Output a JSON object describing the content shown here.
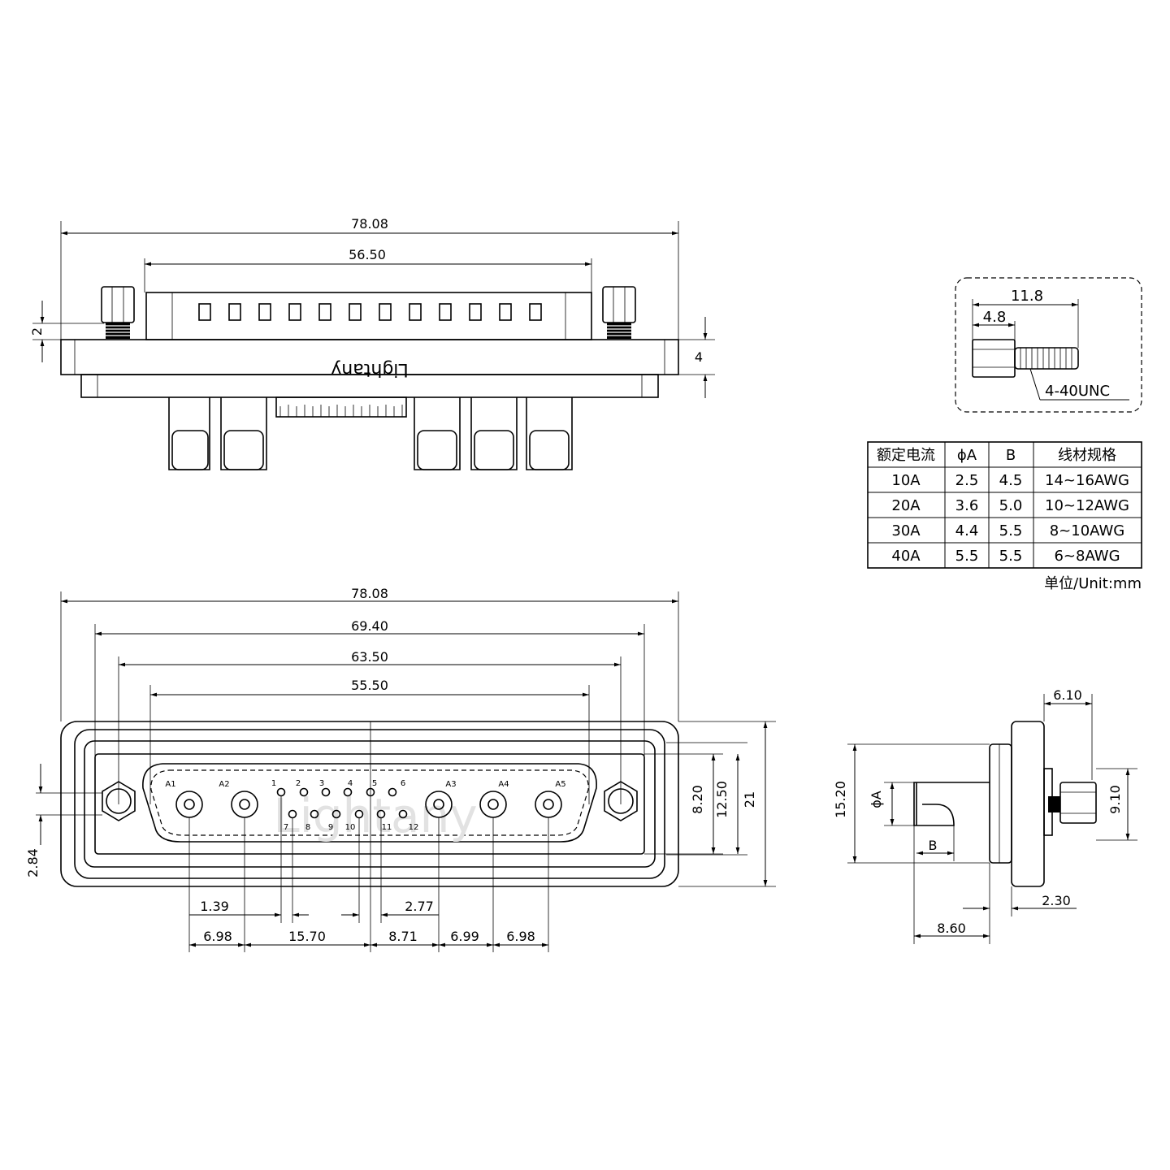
{
  "top_view": {
    "brand": "Lightany",
    "dims": {
      "overall_width": "78.08",
      "shell_width": "56.50",
      "screw_height": "2",
      "flange_thickness": "4"
    }
  },
  "screw_detail": {
    "total_length": "11.8",
    "head_length": "4.8",
    "thread": "4-40UNC"
  },
  "spec_table": {
    "headers": [
      "额定电流",
      "ϕA",
      "B",
      "线材规格"
    ],
    "rows": [
      [
        "10A",
        "2.5",
        "4.5",
        "14~16AWG"
      ],
      [
        "20A",
        "3.6",
        "5.0",
        "10~12AWG"
      ],
      [
        "30A",
        "4.4",
        "5.5",
        "8~10AWG"
      ],
      [
        "40A",
        "5.5",
        "5.5",
        "6~8AWG"
      ]
    ],
    "unit": "单位/Unit:mm"
  },
  "front_view": {
    "watermark": "Lightany",
    "dims": {
      "overall_width": "78.08",
      "mounting_span": "69.40",
      "hole_spacing": "63.50",
      "shell_width": "55.50",
      "inner_height": "8.20",
      "shell_height": "12.50",
      "overall_height": "21",
      "row_offset": "2.84",
      "signal_offset_left": "1.39",
      "signal_offset_right": "2.77",
      "pitch_a1_a2": "6.98",
      "span_a2_center": "15.70",
      "span_center_a3": "8.71",
      "pitch_a3_a4": "6.99",
      "pitch_a4_a5": "6.98"
    },
    "power_pins": [
      "A1",
      "A2",
      "A3",
      "A4",
      "A5"
    ],
    "signal_pins_top": [
      "1",
      "2",
      "3",
      "4",
      "5",
      "6"
    ],
    "signal_pins_bottom": [
      "7",
      "8",
      "9",
      "10",
      "11",
      "12"
    ]
  },
  "side_view": {
    "dims": {
      "flange_depth": "6.10",
      "body_height": "15.20",
      "screw_height": "9.10",
      "pin_diameter": "ϕA",
      "wire_cup": "B",
      "offset": "2.30",
      "pin_length": "8.60"
    }
  }
}
